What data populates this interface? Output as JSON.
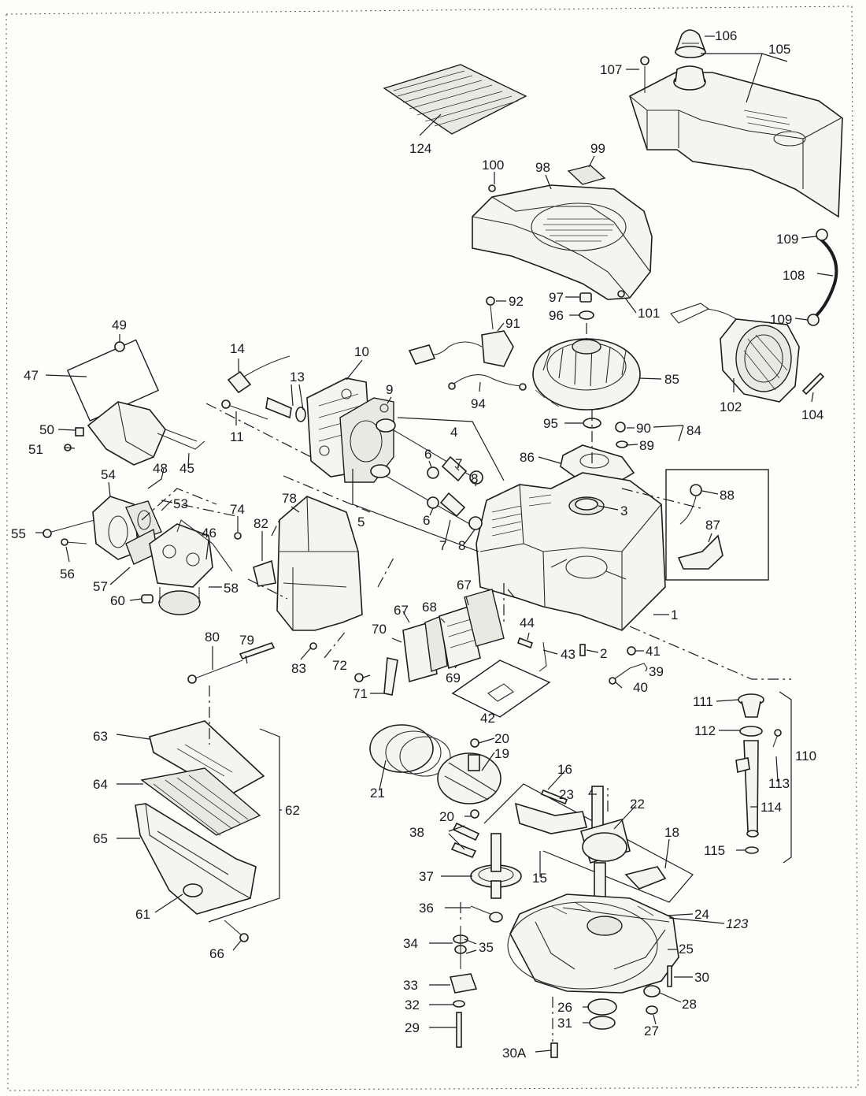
{
  "diagram": {
    "labels": [
      {
        "id": "106",
        "text": "106"
      },
      {
        "id": "105",
        "text": "105"
      },
      {
        "id": "107",
        "text": "107"
      },
      {
        "id": "124",
        "text": "124"
      },
      {
        "id": "100",
        "text": "100"
      },
      {
        "id": "98",
        "text": "98"
      },
      {
        "id": "99",
        "text": "99"
      },
      {
        "id": "109a",
        "text": "109"
      },
      {
        "id": "108",
        "text": "108"
      },
      {
        "id": "109b",
        "text": "109"
      },
      {
        "id": "97",
        "text": "97"
      },
      {
        "id": "96",
        "text": "96"
      },
      {
        "id": "101",
        "text": "101"
      },
      {
        "id": "92",
        "text": "92"
      },
      {
        "id": "91",
        "text": "91"
      },
      {
        "id": "85",
        "text": "85"
      },
      {
        "id": "94",
        "text": "94"
      },
      {
        "id": "102",
        "text": "102"
      },
      {
        "id": "104",
        "text": "104"
      },
      {
        "id": "84",
        "text": "84"
      },
      {
        "id": "95",
        "text": "95"
      },
      {
        "id": "90",
        "text": "90"
      },
      {
        "id": "89",
        "text": "89"
      },
      {
        "id": "86",
        "text": "86"
      },
      {
        "id": "88",
        "text": "88"
      },
      {
        "id": "3",
        "text": "3"
      },
      {
        "id": "87",
        "text": "87"
      },
      {
        "id": "49",
        "text": "49"
      },
      {
        "id": "47",
        "text": "47"
      },
      {
        "id": "14",
        "text": "14"
      },
      {
        "id": "10",
        "text": "10"
      },
      {
        "id": "13",
        "text": "13"
      },
      {
        "id": "9",
        "text": "9"
      },
      {
        "id": "11",
        "text": "11"
      },
      {
        "id": "4",
        "text": "4"
      },
      {
        "id": "6a",
        "text": "6"
      },
      {
        "id": "7a",
        "text": "7"
      },
      {
        "id": "8a",
        "text": "8"
      },
      {
        "id": "50",
        "text": "50"
      },
      {
        "id": "51",
        "text": "51"
      },
      {
        "id": "48",
        "text": "48"
      },
      {
        "id": "45",
        "text": "45"
      },
      {
        "id": "54",
        "text": "54"
      },
      {
        "id": "53",
        "text": "53"
      },
      {
        "id": "74",
        "text": "74"
      },
      {
        "id": "82",
        "text": "82"
      },
      {
        "id": "78",
        "text": "78"
      },
      {
        "id": "5",
        "text": "5"
      },
      {
        "id": "6b",
        "text": "6"
      },
      {
        "id": "7b",
        "text": "7"
      },
      {
        "id": "8b",
        "text": "8"
      },
      {
        "id": "55",
        "text": "55"
      },
      {
        "id": "46",
        "text": "46"
      },
      {
        "id": "56",
        "text": "56"
      },
      {
        "id": "57",
        "text": "57"
      },
      {
        "id": "58",
        "text": "58"
      },
      {
        "id": "60",
        "text": "60"
      },
      {
        "id": "67a",
        "text": "67"
      },
      {
        "id": "67b",
        "text": "67"
      },
      {
        "id": "68",
        "text": "68"
      },
      {
        "id": "1",
        "text": "1"
      },
      {
        "id": "80",
        "text": "80"
      },
      {
        "id": "79",
        "text": "79"
      },
      {
        "id": "70",
        "text": "70"
      },
      {
        "id": "44",
        "text": "44"
      },
      {
        "id": "43",
        "text": "43"
      },
      {
        "id": "2",
        "text": "2"
      },
      {
        "id": "41",
        "text": "41"
      },
      {
        "id": "83",
        "text": "83"
      },
      {
        "id": "69",
        "text": "69"
      },
      {
        "id": "72",
        "text": "72"
      },
      {
        "id": "39",
        "text": "39"
      },
      {
        "id": "71",
        "text": "71"
      },
      {
        "id": "40",
        "text": "40"
      },
      {
        "id": "42",
        "text": "42"
      },
      {
        "id": "111",
        "text": "111"
      },
      {
        "id": "112",
        "text": "112"
      },
      {
        "id": "110",
        "text": "110"
      },
      {
        "id": "113",
        "text": "113"
      },
      {
        "id": "63",
        "text": "63"
      },
      {
        "id": "20a",
        "text": "20"
      },
      {
        "id": "19",
        "text": "19"
      },
      {
        "id": "64",
        "text": "64"
      },
      {
        "id": "21",
        "text": "21"
      },
      {
        "id": "16",
        "text": "16"
      },
      {
        "id": "23",
        "text": "23"
      },
      {
        "id": "22",
        "text": "22"
      },
      {
        "id": "114",
        "text": "114"
      },
      {
        "id": "62",
        "text": "62"
      },
      {
        "id": "20b",
        "text": "20"
      },
      {
        "id": "65",
        "text": "65"
      },
      {
        "id": "38",
        "text": "38"
      },
      {
        "id": "115",
        "text": "115"
      },
      {
        "id": "18",
        "text": "18"
      },
      {
        "id": "37",
        "text": "37"
      },
      {
        "id": "15",
        "text": "15"
      },
      {
        "id": "61",
        "text": "61"
      },
      {
        "id": "36",
        "text": "36"
      },
      {
        "id": "24",
        "text": "24"
      },
      {
        "id": "123",
        "text": "123"
      },
      {
        "id": "34",
        "text": "34"
      },
      {
        "id": "35",
        "text": "35"
      },
      {
        "id": "25",
        "text": "25"
      },
      {
        "id": "66",
        "text": "66"
      },
      {
        "id": "30",
        "text": "30"
      },
      {
        "id": "33",
        "text": "33"
      },
      {
        "id": "28",
        "text": "28"
      },
      {
        "id": "32",
        "text": "32"
      },
      {
        "id": "26",
        "text": "26"
      },
      {
        "id": "31",
        "text": "31"
      },
      {
        "id": "29",
        "text": "29"
      },
      {
        "id": "27",
        "text": "27"
      },
      {
        "id": "30A",
        "text": "30A"
      }
    ]
  }
}
